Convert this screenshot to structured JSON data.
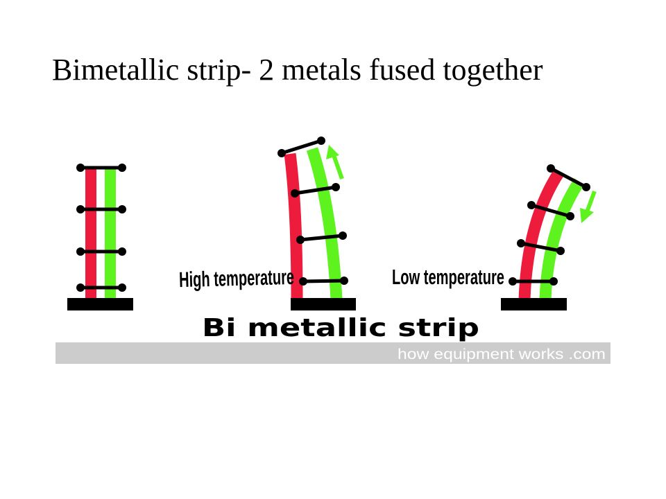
{
  "slide": {
    "title": "Bimetallic strip- 2 metals fused together"
  },
  "figure": {
    "high_temperature_label": "High temperature",
    "low_temperature_label": "Low temperature",
    "caption": "Bi metallic strip",
    "credit": "how equipment works .com"
  },
  "colors": {
    "metal_a": "#ee1c3c",
    "metal_b": "#5ef21f",
    "gap": "#ffffff",
    "clamp": "#000000",
    "credit_bar": "#cccccc",
    "arrow": "#5ef21f"
  }
}
